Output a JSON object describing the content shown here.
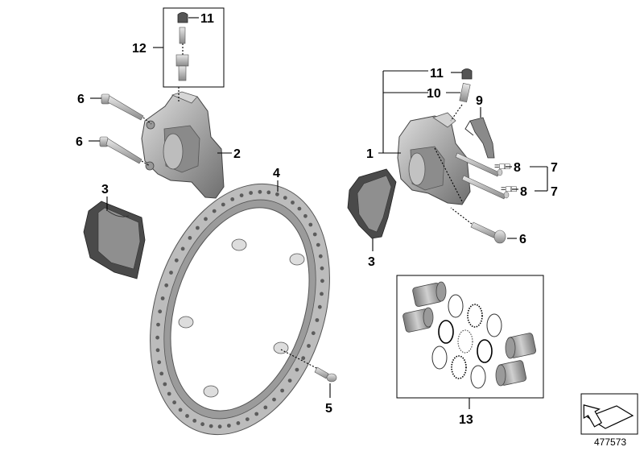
{
  "diagram": {
    "reference_number": "477573",
    "callouts": {
      "c1": "1",
      "c2": "2",
      "c3_left": "3",
      "c3_right": "3",
      "c4": "4",
      "c5": "5",
      "c6_top": "6",
      "c6_mid": "6",
      "c6_right": "6",
      "c7_top": "7",
      "c7_bottom": "7",
      "c8_top": "8",
      "c8_bottom": "8",
      "c9": "9",
      "c10": "10",
      "c11_left": "11",
      "c11_right": "11",
      "c12": "12",
      "c13": "13"
    }
  },
  "colors": {
    "metal_light": "#c9c9c9",
    "metal_mid": "#a3a3a3",
    "metal_dark": "#6e6e6e",
    "pad_dark": "#3a3a3a",
    "line": "#000000"
  }
}
